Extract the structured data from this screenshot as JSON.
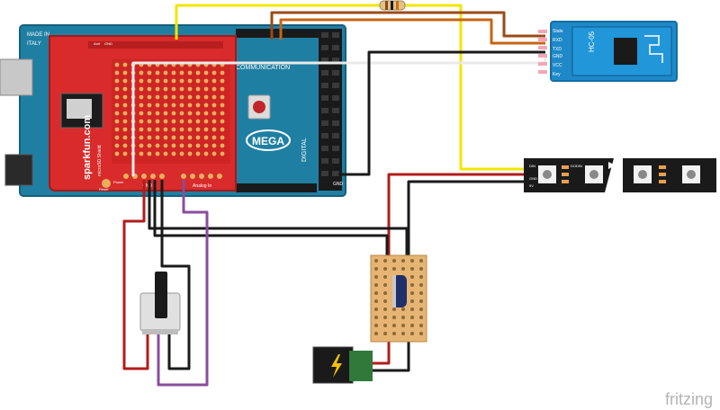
{
  "arduino": {
    "made_in": "MADE IN",
    "italy": "ITALY",
    "communication": "COMMUNICATION",
    "model": "MEGA",
    "digital": "DIGITAL",
    "gnd": "GND"
  },
  "shield": {
    "brand": "sparkfun.com",
    "subtitle": "microSD Shield",
    "analog_in": "Analog In",
    "power": "Power",
    "gnd": "GND",
    "reset": "Reset",
    "aref": "Aref",
    "gnd2": "GND"
  },
  "bluetooth": {
    "model": "HC-05",
    "pins": [
      "Key",
      "VCC",
      "GND",
      "TXD",
      "RXD",
      "State"
    ]
  },
  "led_strip": {
    "pins": [
      "DIN",
      "GND",
      "5V"
    ],
    "labels": [
      "DO",
      "DIN"
    ]
  },
  "footer": {
    "logo": "fritzing"
  },
  "colors": {
    "yellow_wire": "#f2e600",
    "brown_wire": "#9a4b16",
    "orange_wire": "#c86414",
    "red_wire": "#b31b1b",
    "black_wire": "#1a1a1a",
    "white_wire": "#eaeaea",
    "purple_wire": "#8a4c9e",
    "arduino_blue": "#1f7fa3",
    "shield_red": "#d92b2b",
    "bt_blue": "#1e88c8"
  }
}
